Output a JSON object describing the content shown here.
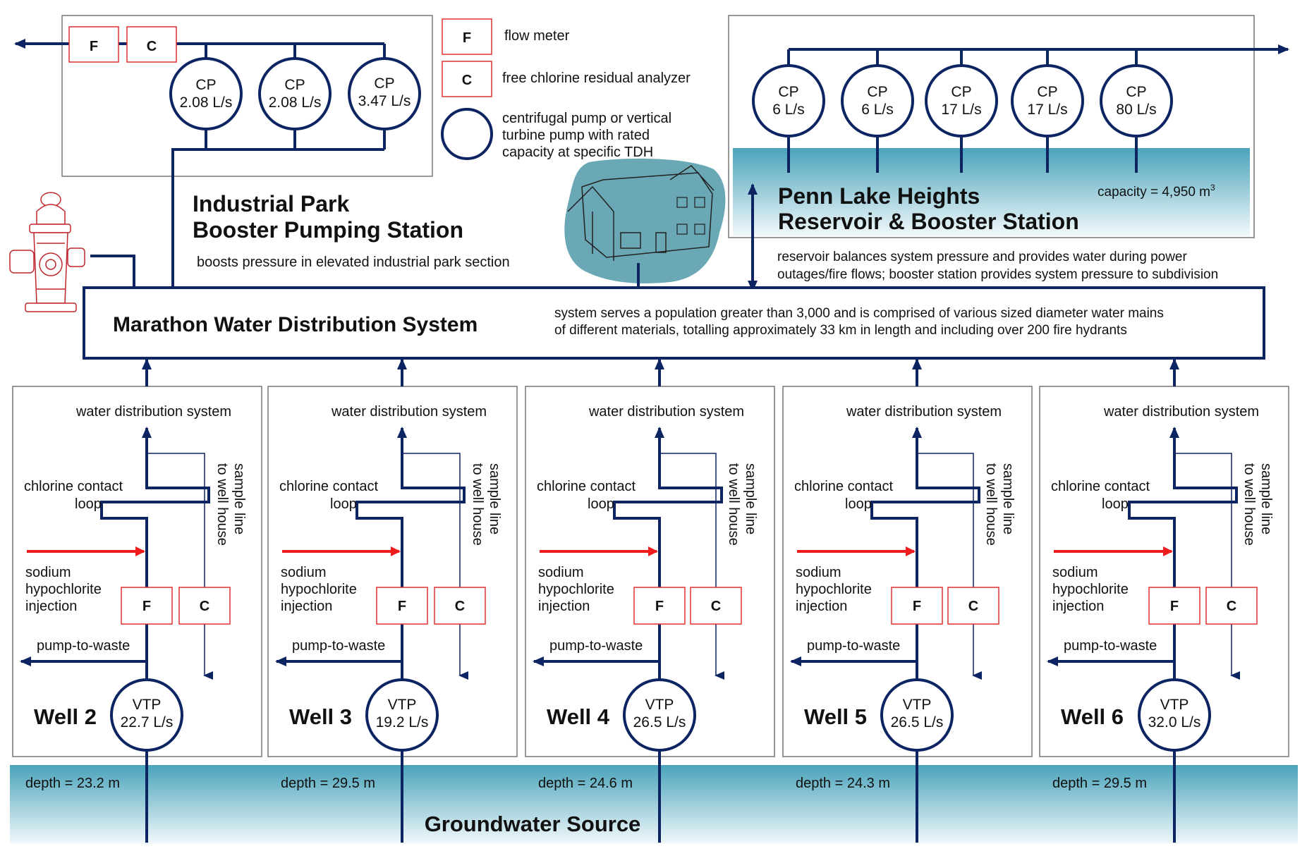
{
  "colors": {
    "pipe": "#0d2463",
    "meter_border": "#e03030",
    "injection": "#ee1c1c",
    "water_top": "#4aa3bb",
    "water_bottom": "#f2f9fb",
    "house_fill": "#6aa8b6",
    "box_border": "#777777",
    "hydrant": "#c0272d"
  },
  "legend": {
    "F_letter": "F",
    "F_text": "flow meter",
    "C_letter": "C",
    "C_text": "free chlorine residual analyzer",
    "pump_text_1": "centrifugal pump or vertical",
    "pump_text_2": "turbine pump with rated",
    "pump_text_3": "capacity at specific TDH"
  },
  "industrial_park": {
    "title_line1": "Industrial Park",
    "title_line2": "Booster Pumping Station",
    "description": "boosts pressure in elevated industrial park section",
    "meter_F": "F",
    "meter_C": "C",
    "pumps": [
      {
        "type": "CP",
        "rate": "2.08 L/s"
      },
      {
        "type": "CP",
        "rate": "2.08 L/s"
      },
      {
        "type": "CP",
        "rate": "3.47 L/s"
      }
    ]
  },
  "penn_lake": {
    "title_line1": "Penn Lake Heights",
    "title_line2": "Reservoir & Booster Station",
    "capacity_prefix": "capacity = 4,950 m",
    "capacity_sup": "3",
    "description_line1": "reservoir balances system pressure and provides water during power",
    "description_line2": "outages/fire flows; booster station provides system pressure to subdivision",
    "pumps": [
      {
        "type": "CP",
        "rate": "6 L/s"
      },
      {
        "type": "CP",
        "rate": "6 L/s"
      },
      {
        "type": "CP",
        "rate": "17 L/s"
      },
      {
        "type": "CP",
        "rate": "17 L/s"
      },
      {
        "type": "CP",
        "rate": "80 L/s"
      }
    ]
  },
  "distribution": {
    "title": "Marathon Water Distribution System",
    "description_line1": "system serves a population greater than 3,000 and is comprised of various sized diameter water mains",
    "description_line2": "of different materials, totalling approximately 33 km in length and including over 200 fire hydrants"
  },
  "well_labels": {
    "to_distribution": "water distribution system",
    "contact_loop_1": "chlorine contact",
    "contact_loop_2": "loop",
    "sample_line_1": "sample line",
    "sample_line_2": "to well house",
    "injection_1": "sodium",
    "injection_2": "hypochlorite",
    "injection_3": "injection",
    "pump_to_waste": "pump-to-waste",
    "meter_F": "F",
    "meter_C": "C"
  },
  "wells": [
    {
      "name": "Well 2",
      "pump": "VTP",
      "rate": "22.7 L/s",
      "depth": "depth = 23.2 m"
    },
    {
      "name": "Well 3",
      "pump": "VTP",
      "rate": "19.2 L/s",
      "depth": "depth = 29.5 m"
    },
    {
      "name": "Well 4",
      "pump": "VTP",
      "rate": "26.5 L/s",
      "depth": "depth = 24.6 m"
    },
    {
      "name": "Well 5",
      "pump": "VTP",
      "rate": "26.5 L/s",
      "depth": "depth = 24.3 m"
    },
    {
      "name": "Well 6",
      "pump": "VTP",
      "rate": "32.0 L/s",
      "depth": "depth = 29.5 m"
    }
  ],
  "groundwater": {
    "title": "Groundwater Source"
  }
}
